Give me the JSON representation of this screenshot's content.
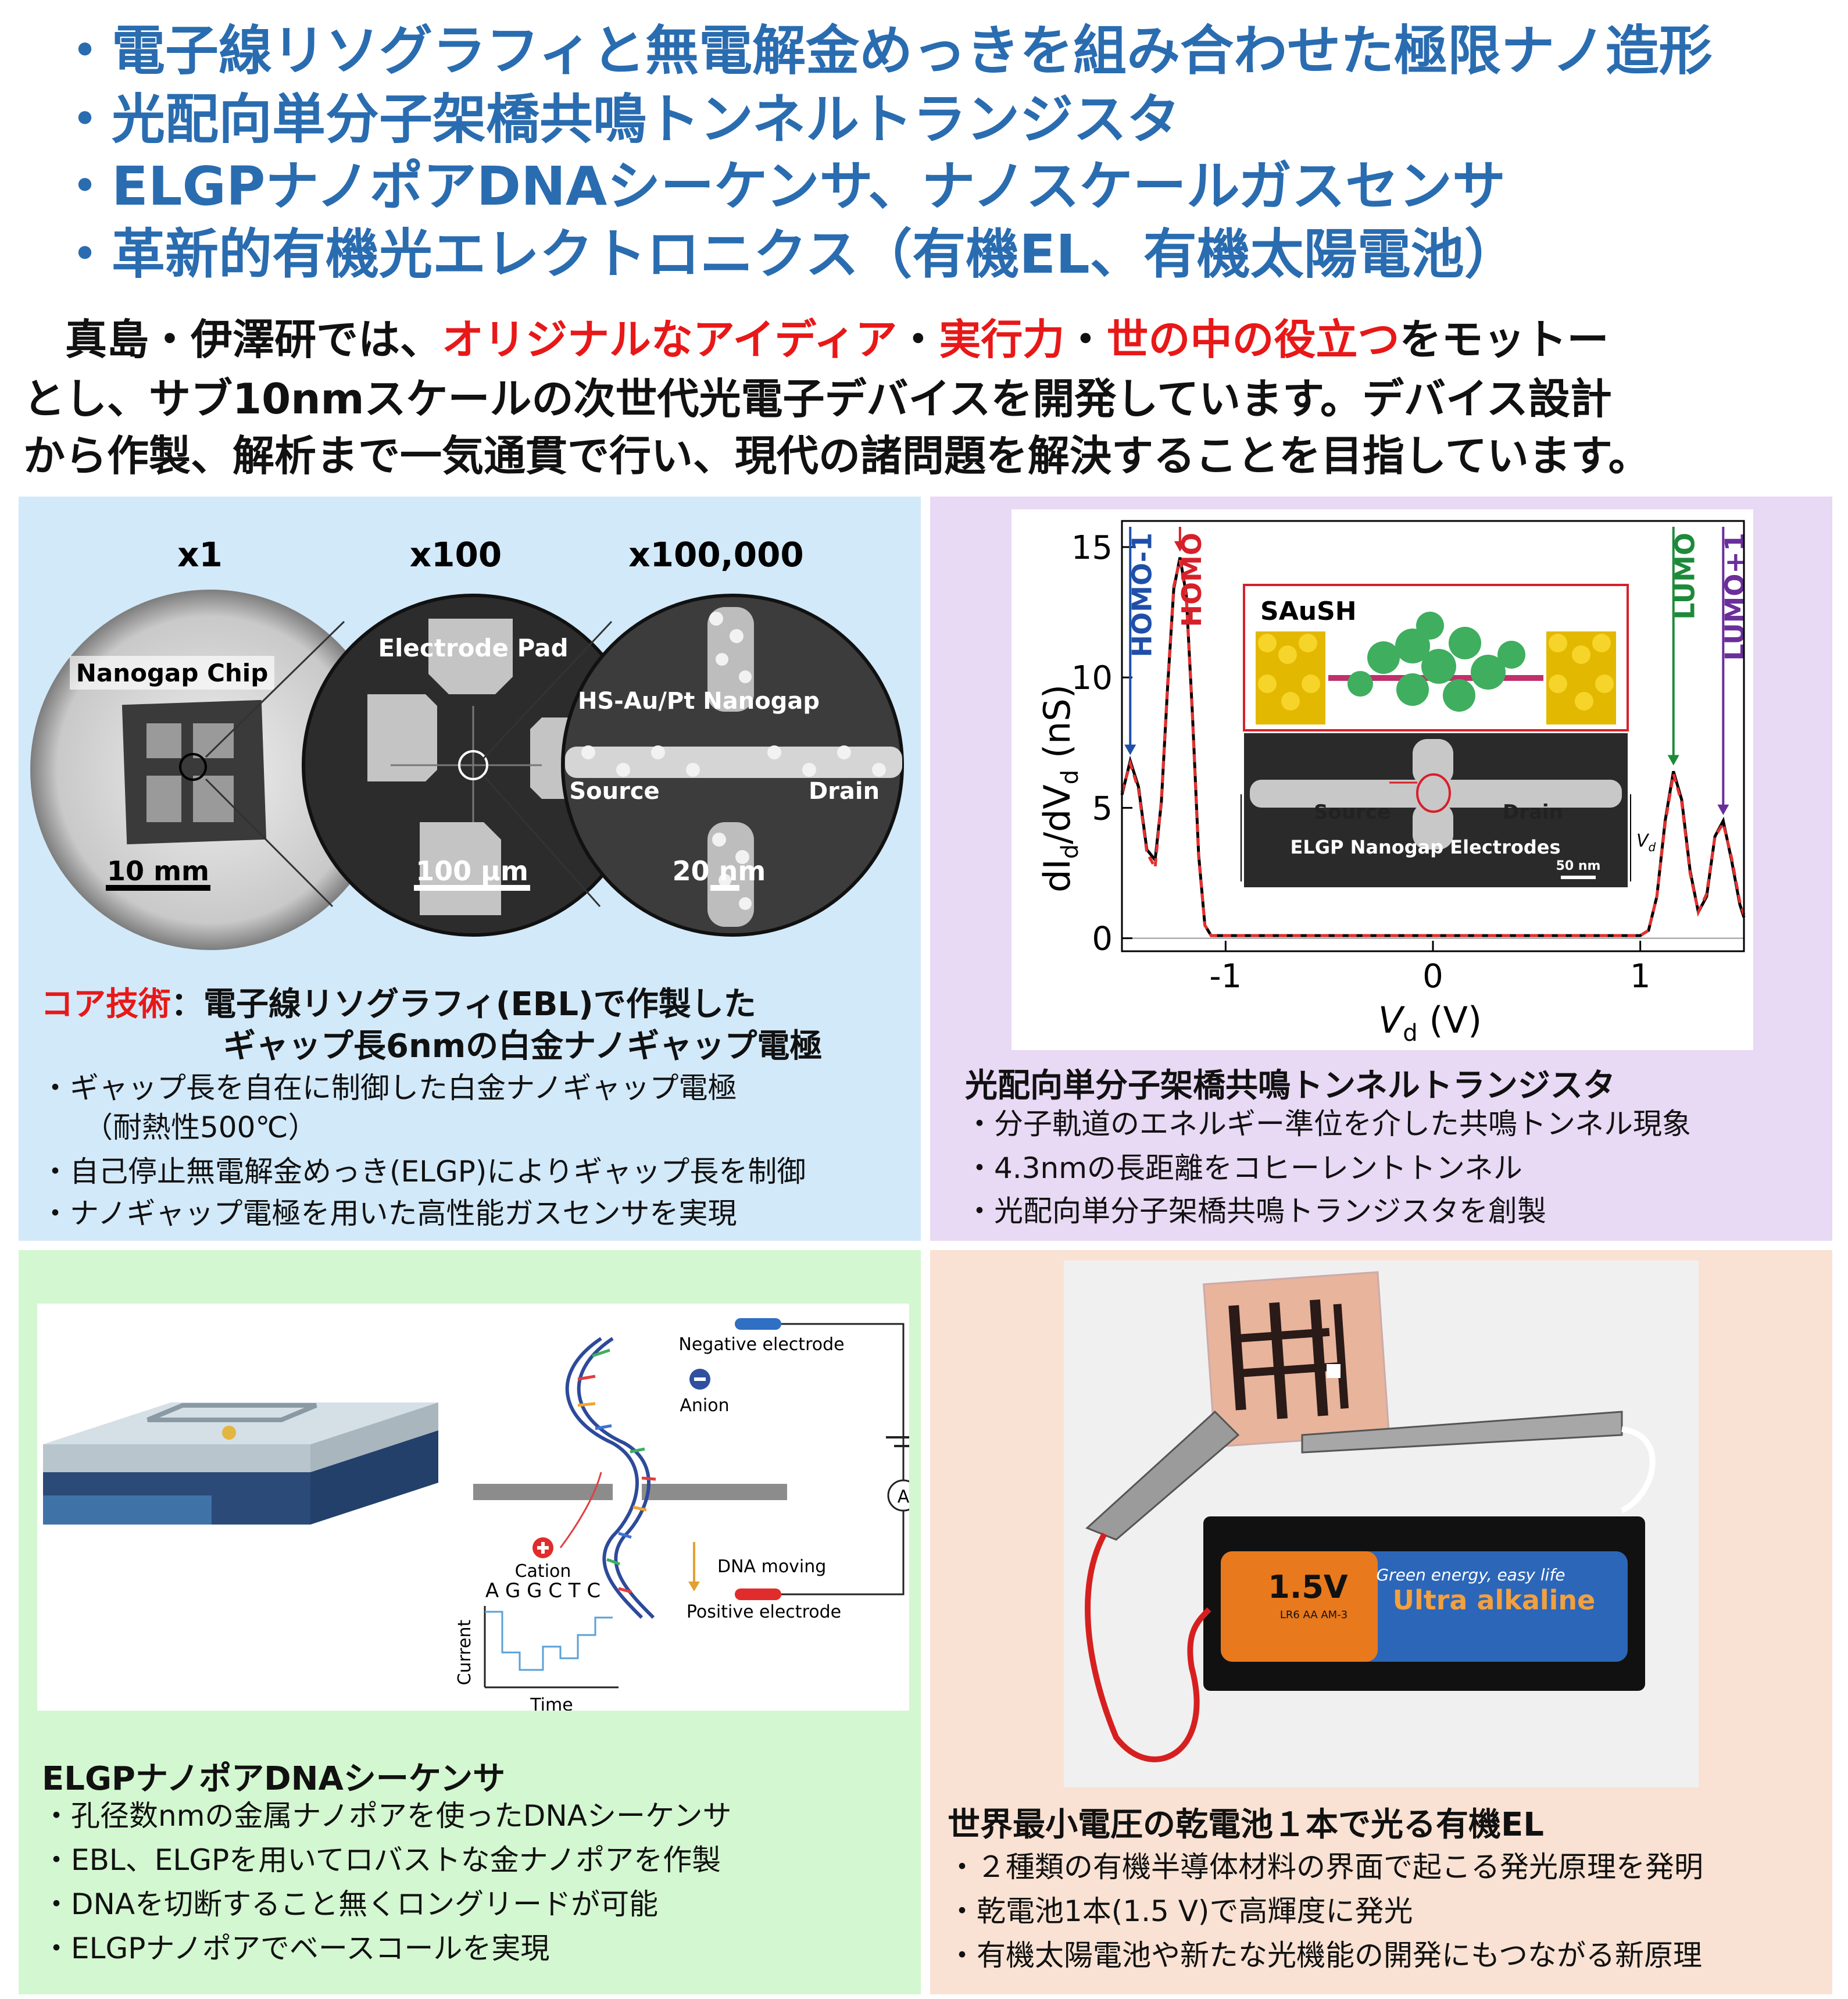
{
  "headlines": [
    "・電子線リソグラフィと無電解金めっきを組み合わせた極限ナノ造形",
    "・光配向単分子架橋共鳴トンネルトランジスタ",
    "・ELGPナノポアDNAシーケンサ、ナノスケールガスセンサ",
    "・革新的有機光エレクトロニクス（有機EL、有機太陽電池）"
  ],
  "intro": {
    "line1_a": "　真島・伊澤研では、",
    "line1_b": "オリジナルなアイディア",
    "line1_c": "・",
    "line1_d": "実行力",
    "line1_e": "・",
    "line1_f": "世の中の役立つ",
    "line1_g": "をモットー",
    "line2": "とし、サブ10nmスケールの次世代光電子デバイスを開発しています。デバイス設計",
    "line3": "から作製、解析まで一気通貫で行い、現代の諸問題を解決することを目指しています。"
  },
  "colors": {
    "headline": "#2a6cb0",
    "emphasis": "#e81818",
    "panel_blue": "#d2e9f9",
    "panel_purple": "#e8d9f4",
    "panel_green": "#d3f7d0",
    "panel_peach": "#f9e2d3"
  },
  "panel1": {
    "mag_labels": [
      "x1",
      "x100",
      "x100,000"
    ],
    "circle_labels": [
      "Nanogap Chip",
      "Electrode Pad",
      "HS-Au/Pt Nanogap"
    ],
    "source_label": "Source",
    "drain_label": "Drain",
    "scalebars": [
      "10 mm",
      "100 μm",
      "20 nm"
    ],
    "core_label": "コア技術",
    "core_colon": "：",
    "core_line1": "電子線リソグラフィ(EBL)で作製した",
    "core_line2": "ギャップ長6nmの白金ナノギャップ電極",
    "bullets": [
      "・ギャップ長を自在に制御した白金ナノギャップ電極",
      "（耐熱性500℃）",
      "・自己停止無電解金めっき(ELGP)によりギャップ長を制御",
      "・ナノギャップ電極を用いた高性能ガスセンサを実現"
    ]
  },
  "panel2": {
    "caption": "光配向単分子架橋共鳴トンネルトランジスタ",
    "bullets": [
      "・分子軌道のエネルギー準位を介した共鳴トンネル現象",
      "・4.3nmの長距離をコヒーレントトンネル",
      "・光配向単分子架橋共鳴トランジスタを創製"
    ],
    "inset_molecule_label": "SAuSH",
    "inset_source": "Source",
    "inset_drain": "Drain",
    "inset_caption": "ELGP Nanogap Electrodes",
    "inset_scale": "50 nm",
    "inset_vd": "V",
    "inset_vd_sub": "d",
    "orbital_labels": [
      {
        "text": "HOMO-1",
        "color": "#1f4fa8"
      },
      {
        "text": "HOMO",
        "color": "#d6202a"
      },
      {
        "text": "LUMO",
        "color": "#1d8a3a"
      },
      {
        "text": "LUMO+1",
        "color": "#6a2f9a"
      }
    ]
  },
  "chart_data": {
    "type": "line",
    "title": "",
    "xlabel_main": "V",
    "xlabel_sub": "d",
    "xlabel_unit": " (V)",
    "ylabel_main": "dI",
    "ylabel_sub1": "d",
    "ylabel_mid": "/dV",
    "ylabel_sub2": "d",
    "ylabel_unit": " (nS)",
    "xlim": [
      -1.5,
      1.5
    ],
    "ylim": [
      -0.5,
      16
    ],
    "xticks": [
      -1,
      0,
      1
    ],
    "xtick_labels": [
      "-1",
      "0",
      "1"
    ],
    "yticks": [
      0,
      5,
      10,
      15
    ],
    "ytick_labels": [
      "0",
      "5",
      "10",
      "15"
    ],
    "series": [
      {
        "style": "solid",
        "color": "#000000",
        "x": [
          -1.5,
          -1.46,
          -1.42,
          -1.38,
          -1.34,
          -1.31,
          -1.28,
          -1.25,
          -1.22,
          -1.19,
          -1.16,
          -1.13,
          -1.1,
          -1.07,
          -1.04,
          -1.0,
          -0.5,
          0.0,
          0.5,
          0.95,
          1.0,
          1.04,
          1.08,
          1.12,
          1.16,
          1.2,
          1.24,
          1.28,
          1.32,
          1.36,
          1.4,
          1.44,
          1.48,
          1.5
        ],
        "y": [
          5.5,
          6.8,
          5.8,
          3.4,
          3.0,
          5.2,
          9.6,
          13.4,
          14.6,
          13.2,
          8.6,
          3.2,
          0.5,
          0.1,
          0.1,
          0.1,
          0.1,
          0.1,
          0.1,
          0.1,
          0.1,
          0.3,
          1.6,
          4.5,
          6.4,
          5.3,
          2.6,
          1.0,
          1.6,
          3.9,
          4.5,
          3.0,
          1.3,
          0.8
        ]
      },
      {
        "style": "dashed",
        "color": "#e53030",
        "x": [
          -1.5,
          -1.46,
          -1.42,
          -1.38,
          -1.34,
          -1.31,
          -1.28,
          -1.25,
          -1.22,
          -1.19,
          -1.16,
          -1.13,
          -1.1,
          -1.07,
          -1.04,
          -1.0,
          -0.5,
          0.0,
          0.5,
          0.95,
          1.0,
          1.04,
          1.08,
          1.12,
          1.16,
          1.2,
          1.24,
          1.28,
          1.32,
          1.36,
          1.4,
          1.44,
          1.48,
          1.5
        ],
        "y": [
          5.6,
          6.7,
          5.7,
          3.3,
          2.7,
          5.3,
          9.7,
          13.5,
          14.5,
          13.1,
          8.5,
          3.1,
          0.5,
          0.1,
          0.1,
          0.1,
          0.1,
          0.1,
          0.1,
          0.1,
          0.1,
          0.3,
          1.6,
          4.4,
          6.3,
          5.2,
          2.5,
          1.0,
          1.7,
          3.9,
          4.4,
          3.1,
          1.4,
          0.9
        ]
      }
    ]
  },
  "panel3": {
    "caption": "ELGPナノポアDNAシーケンサ",
    "bullets": [
      "・孔径数nmの金属ナノポアを使ったDNAシーケンサ",
      "・EBL、ELGPを用いてロバストな金ナノポアを作製",
      "・DNAを切断すること無くロングリードが可能",
      "・ELGPナノポアでベースコールを実現"
    ],
    "diagram": {
      "negative_electrode": "Negative electrode",
      "positive_electrode": "Positive electrode",
      "anion": "Anion",
      "cation": "Cation",
      "dna_moving": "DNA moving",
      "sequence": "A G G C T C",
      "ammeter": "A",
      "current_axis": "Current",
      "time_axis": "Time"
    }
  },
  "panel4": {
    "caption": "世界最小電圧の乾電池１本で光る有機EL",
    "bullets": [
      "・２種類の有機半導体材料の界面で起こる発光原理を発明",
      "・乾電池1本(1.5 V)で高輝度に発光",
      "・有機太陽電池や新たな光機能の開発にもつながる新原理"
    ],
    "battery_voltage": "1.5V",
    "battery_brand": "Ultra alkaline",
    "battery_tagline": "Green energy, easy life",
    "battery_model": "LR6 AA AM-3"
  }
}
